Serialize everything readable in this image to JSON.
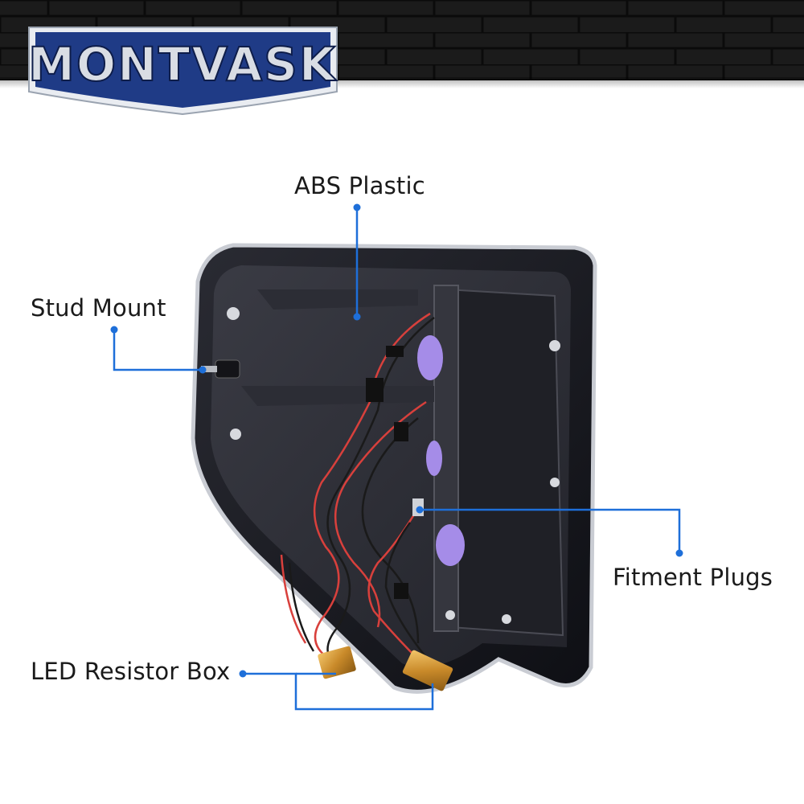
{
  "brand": {
    "logo_text": "MONTVASK"
  },
  "callouts": {
    "abs_plastic": "ABS Plastic",
    "stud_mount": "Stud Mount",
    "fitment_plugs": "Fitment Plugs",
    "led_resistor_box": "LED Resistor Box"
  },
  "colors": {
    "leader_line": "#1e6fd9",
    "logo_fill": "#1f3b86",
    "logo_letters": "#d9dde4",
    "header_bg": "#1a1a1a"
  }
}
